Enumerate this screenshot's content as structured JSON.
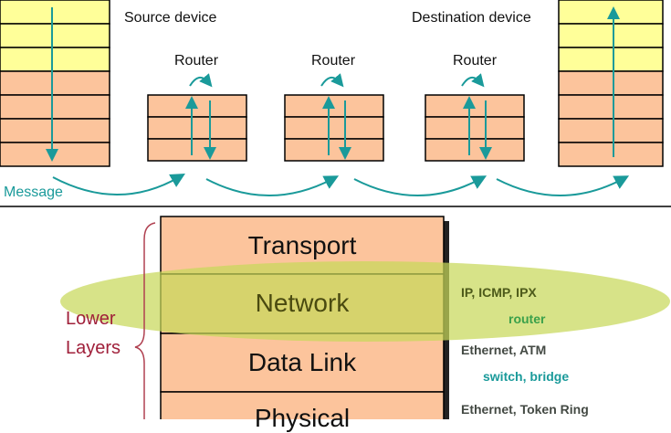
{
  "colors": {
    "yellow": "#ffff99",
    "peach": "#fcc49c",
    "teal": "#1a9a9a",
    "maroon": "#a0203a",
    "ellipse": "#c8d85a"
  },
  "top": {
    "source_label": "Source device",
    "destination_label": "Destination device",
    "routers": [
      {
        "label": "Router"
      },
      {
        "label": "Router"
      },
      {
        "label": "Router"
      }
    ],
    "message_label": "Message"
  },
  "bottom": {
    "layers": [
      {
        "name": "Transport"
      },
      {
        "name": "Network"
      },
      {
        "name": "Data Link"
      },
      {
        "name": "Physical"
      }
    ],
    "group_label_line1": "Lower",
    "group_label_line2": "Layers",
    "network_protocols": "IP, ICMP, IPX",
    "network_device": "router",
    "datalink_protocols": "Ethernet, ATM",
    "datalink_devices": "switch, bridge",
    "physical_protocols": "Ethernet, Token Ring"
  }
}
